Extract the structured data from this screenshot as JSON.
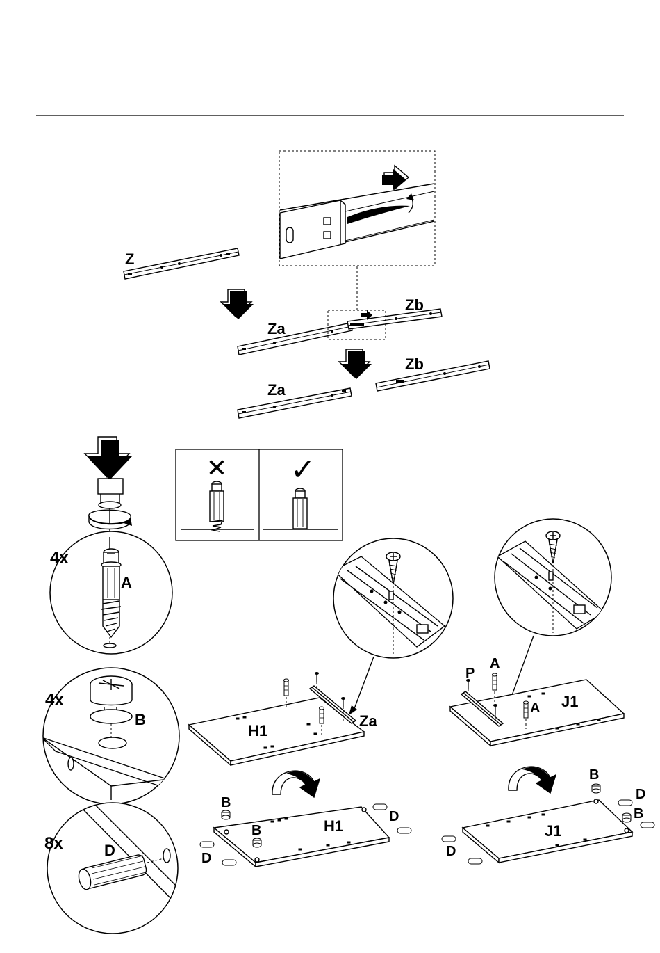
{
  "step1": {
    "rail_label": "Z",
    "inner_label_1": "Zb",
    "outer_label_1": "Za",
    "inner_label_2": "Zb",
    "outer_label_2": "Za"
  },
  "cam_bolt": {
    "qty": "4x",
    "label": "A",
    "wrong_symbol": "✕",
    "right_symbol": "✓"
  },
  "cam_lock": {
    "qty": "4x",
    "label": "B"
  },
  "dowel": {
    "qty": "8x",
    "label": "D"
  },
  "panel_h1": {
    "name": "H1",
    "rail_label": "Za",
    "flipped_name": "H1",
    "lock_label_1": "B",
    "lock_label_2": "B",
    "dowel_label_1": "D",
    "dowel_label_2": "D"
  },
  "panel_j1": {
    "name": "J1",
    "screw_label": "P",
    "bolt_label_1": "A",
    "bolt_label_2": "A",
    "flipped_name": "J1",
    "lock_label_1": "B",
    "lock_label_2": "B",
    "dowel_label_1": "D",
    "dowel_label_2": "D"
  }
}
